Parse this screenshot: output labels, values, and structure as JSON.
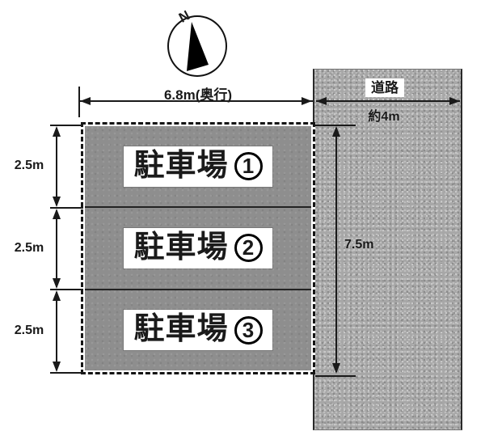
{
  "diagram": {
    "title_hint": "parking-layout-plan",
    "compass": {
      "north_label": "N"
    },
    "road": {
      "label": "道路",
      "width_label": "約4m"
    },
    "dimensions": {
      "depth_label": "6.8m(奥行)",
      "frontage_label": "7.5m",
      "space_heights": [
        "2.5m",
        "2.5m",
        "2.5m"
      ]
    },
    "parking_spaces": [
      {
        "name": "駐車場",
        "number": "1"
      },
      {
        "name": "駐車場",
        "number": "2"
      },
      {
        "name": "駐車場",
        "number": "3"
      }
    ],
    "colors": {
      "parking_fill": "#8e8e8e",
      "road_fill": "#a7a7a7",
      "line": "#1a1a1a",
      "label_bg": "#ffffff"
    }
  }
}
